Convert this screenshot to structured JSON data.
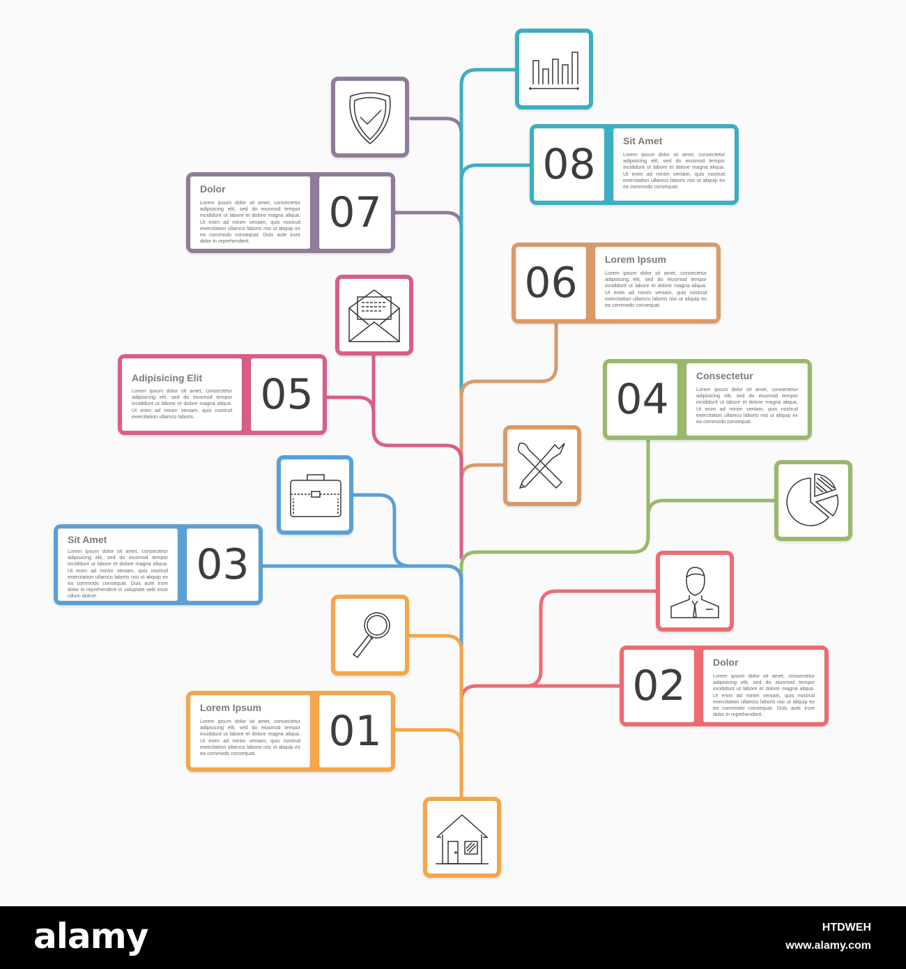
{
  "colors": {
    "orange": "#f5a54a",
    "coral": "#ee6b74",
    "blue": "#5aa0d6",
    "green": "#98b96b",
    "pink": "#d85e89",
    "tan": "#d99a6a",
    "purple": "#8f7b9a",
    "teal": "#3bafbf"
  },
  "steps": [
    {
      "number": "01",
      "title": "Lorem Ipsum",
      "text": "Lorem ipsum dolor sit amet, consectetur adipisicing elit, sed do eiusmod tempor incididunt ut labore et dolore magna aliqua. Ut enim ad minim veniam, quis nostrud exercitation ullamco laboris nisi ut aliquip ex ea commodo consequat."
    },
    {
      "number": "02",
      "title": "Dolor",
      "text": "Lorem ipsum dolor sit amet, consectetur adipisicing elit, sed do eiusmod tempor incididunt ut labore et dolore magna aliqua. Ut enim ad minim veniam, quis nostrud exercitation ullamco laboris nisi ut aliquip ex ea commodo consequat. Duis aute irure dolor in reprehenderit."
    },
    {
      "number": "03",
      "title": "Sit Amet",
      "text": "Lorem ipsum dolor sit amet, consectetur adipisicing elit, sed do eiusmod tempor incididunt ut labore et dolore magna aliqua. Ut enim ad minim veniam, quis nostrud exercitation ullamco laboris nisi ut aliquip ex ea commodo consequat. Duis aute irure dolor in reprehenderit in voluptate velit esse cillum dolore."
    },
    {
      "number": "04",
      "title": "Consectetur",
      "text": "Lorem ipsum dolor sit amet, consectetur adipisicing elit, sed do eiusmod tempor incididunt ut labore et dolore magna aliqua. Ut enim ad minim veniam, quis nostrud exercitation ullamco laboris nisi ut aliquip ex ea commodo consequat."
    },
    {
      "number": "05",
      "title": "Adipisicing Elit",
      "text": "Lorem ipsum dolor sit amet, consectetur adipisicing elit, sed do eiusmod tempor incididunt ut labore et dolore magna aliqua. Ut enim ad minim veniam, quis nostrud exercitation ullamco laboris."
    },
    {
      "number": "06",
      "title": "Lorem Ipsum",
      "text": "Lorem ipsum dolor sit amet, consectetur adipisicing elit, sed do eiusmod tempor incididunt ut labore et dolore magna aliqua. Ut enim ad minim veniam, quis nostrud exercitation ullamco laboris nisi ut aliquip ex ea commodo consequat."
    },
    {
      "number": "07",
      "title": "Dolor",
      "text": "Lorem ipsum dolor sit amet, consectetur adipisicing elit, sed do eiusmod tempor incididunt ut labore et dolore magna aliqua. Ut enim ad minim veniam, quis nostrud exercitation ullamco laboris nisi ut aliquip ex ea commodo consequat. Duis aute irure dolor in reprehenderit."
    },
    {
      "number": "08",
      "title": "Sit Amet",
      "text": "Lorem ipsum dolor sit amet, consectetur adipisicing elit, sed do eiusmod tempor incididunt ut labore et dolore magna aliqua. Ut enim ad minim veniam, quis nostrud exercitation ullamco laboris nisi ut aliquip ex ea commodo consequat."
    }
  ],
  "icons": [
    "house-icon",
    "magnifier-icon",
    "person-icon",
    "briefcase-icon",
    "pie-chart-icon",
    "tools-icon",
    "envelope-icon",
    "shield-check-icon",
    "bar-chart-icon"
  ],
  "footer": {
    "brand": "alamy",
    "image_id": "HTDWEH",
    "site": "www.alamy.com"
  }
}
